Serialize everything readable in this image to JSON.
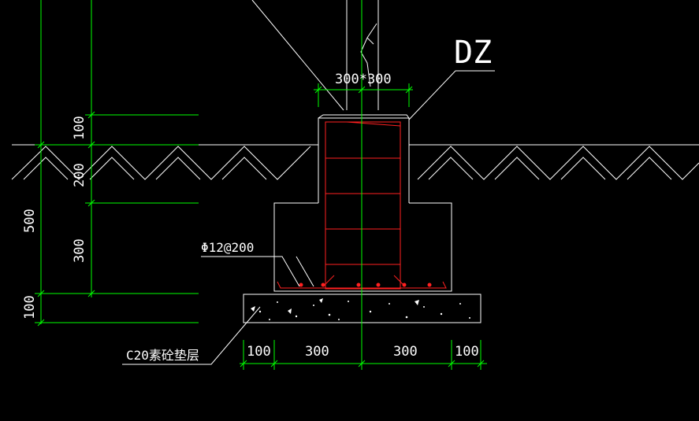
{
  "labels": {
    "column_id": "DZ",
    "column_size": "300*300",
    "rebar_spec": "Φ12@200",
    "bedding_layer": "C20素砼垫层"
  },
  "dimensions": {
    "vertical_100_top": "100",
    "vertical_200": "200",
    "vertical_300": "300",
    "vertical_500": "500",
    "vertical_100_bottom": "100",
    "horizontal_100_left": "100",
    "horizontal_300_left": "300",
    "horizontal_300_right": "300",
    "horizontal_100_right": "100"
  },
  "colors": {
    "background": "#000000",
    "outline": "#ffffff",
    "dimension": "#00ff00",
    "rebar": "#ff2020"
  }
}
